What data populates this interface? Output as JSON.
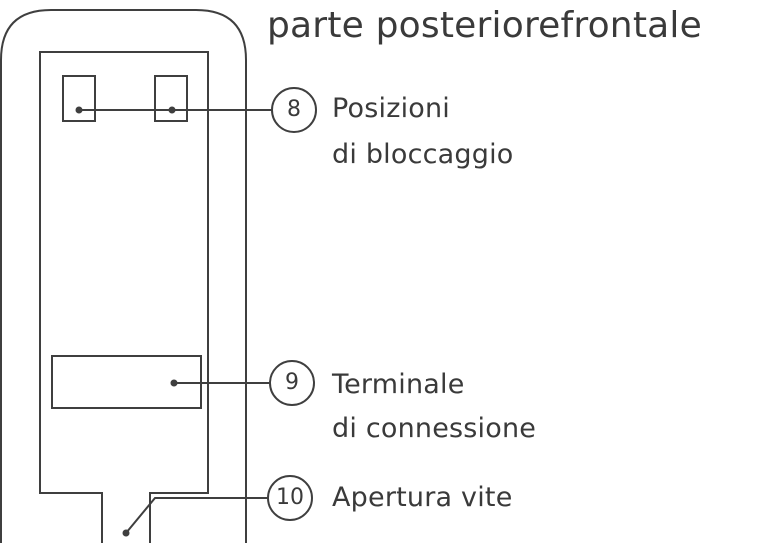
{
  "title": "parte posteriorefrontale",
  "callouts": [
    {
      "number": "8",
      "line1": "Posizioni",
      "line2": "di bloccaggio"
    },
    {
      "number": "9",
      "line1": "Terminale",
      "line2": "di connessione"
    },
    {
      "number": "10",
      "line1": "Apertura vite",
      "line2": ""
    }
  ]
}
